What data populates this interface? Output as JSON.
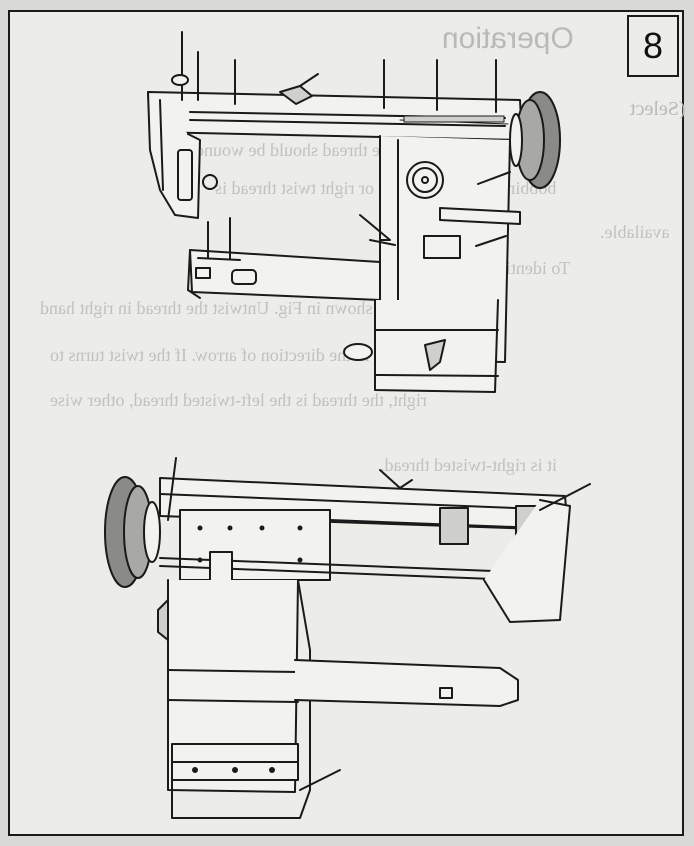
{
  "page": {
    "number": "8",
    "background_color": "#ecece9",
    "ink_color": "#1a1a1a"
  },
  "bleed_through": {
    "heading": "Operation",
    "subheading": "(Select",
    "lines": [
      "Needle thread should be wound, and",
      "bobbin thread, either left or right twist thread is",
      "available.",
      "To identify the twist direction of thread, hold the",
      "thread as shown in Fig. Untwist the thread in right hand",
      "in the direction of arrow. If the twist turns to",
      "right, the thread is the left-twisted thread, other wise",
      "it is right-twisted thread."
    ]
  },
  "figures": [
    {
      "name": "sewing-machine-front-view"
    },
    {
      "name": "sewing-machine-rear-view"
    }
  ]
}
